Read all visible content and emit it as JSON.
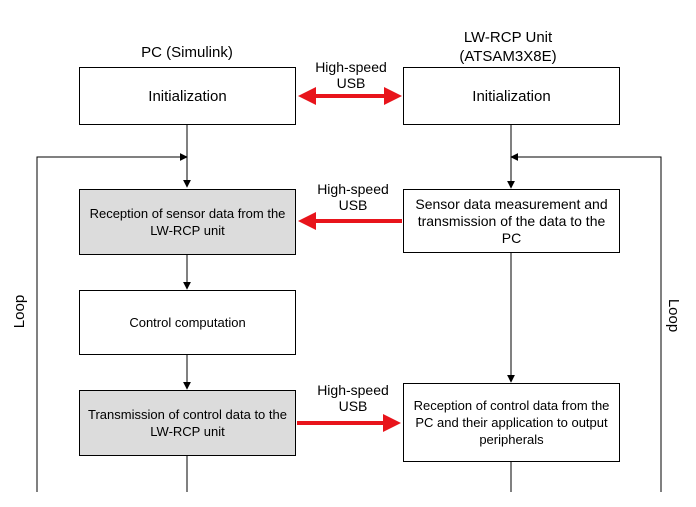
{
  "headers": {
    "pc": "PC (Simulink)",
    "unit_line1": "LW-RCP Unit",
    "unit_line2": "(ATSAM3X8E)"
  },
  "links": [
    {
      "line1": "High-speed",
      "line2": "USB"
    },
    {
      "line1": "High-speed",
      "line2": "USB"
    },
    {
      "line1": "High-speed",
      "line2": "USB"
    }
  ],
  "pc_boxes": [
    {
      "label": "Initialization"
    },
    {
      "label": "Reception of sensor data from the LW-RCP unit"
    },
    {
      "label": "Control computation"
    },
    {
      "label": "Transmission of control data to the LW-RCP unit"
    }
  ],
  "unit_boxes": [
    {
      "label": "Initialization"
    },
    {
      "label": "Sensor data measurement and transmission of the data to the PC"
    },
    {
      "label": "Reception of control data from the PC and their application to output peripherals"
    }
  ],
  "loops": {
    "left": "Loop",
    "right": "Loop"
  },
  "colors": {
    "usb_arrow": "#e8141b",
    "process_box_fill": "#dcdcdc",
    "line": "#000000"
  }
}
